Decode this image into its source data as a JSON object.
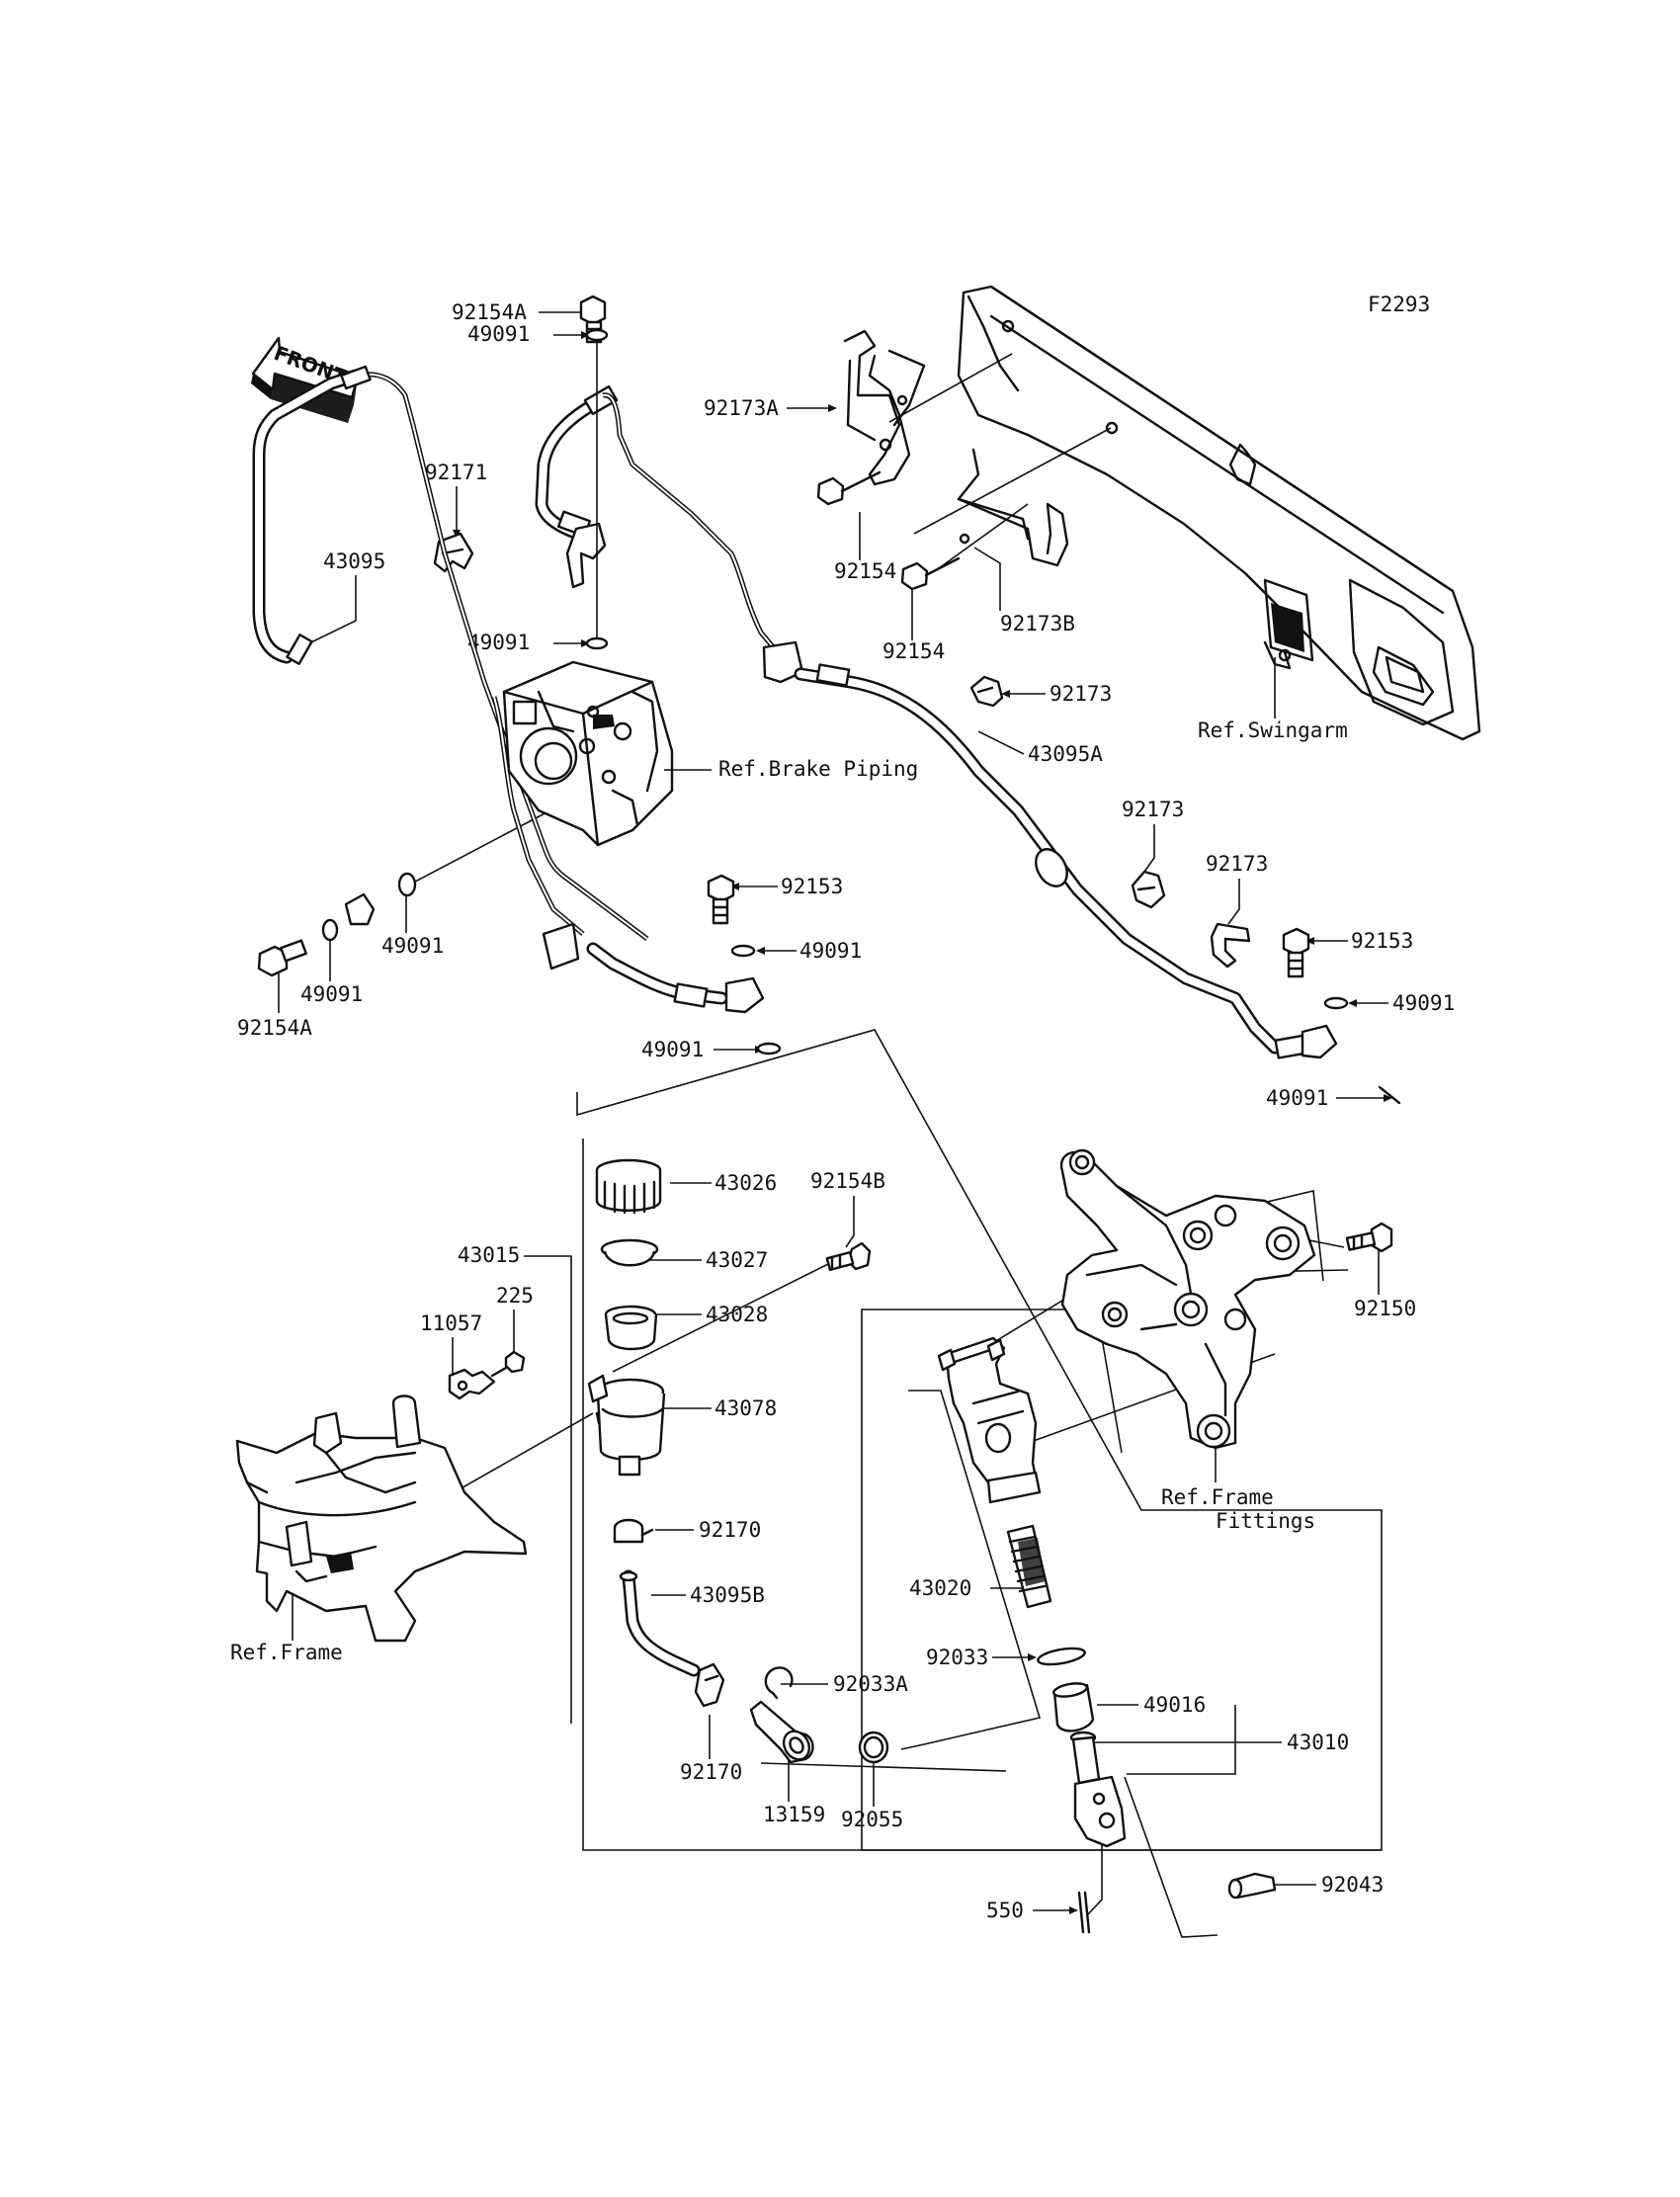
{
  "figure_code": "F2293",
  "front_badge": "FRONT",
  "colors": {
    "ink": "#111111",
    "background": "#ffffff"
  },
  "labels": {
    "p92154A_top": "92154A",
    "p49091_top": "49091",
    "p92171": "92171",
    "p43095": "43095",
    "p49091_mid": "49091",
    "ref_brake_piping": "Ref.Brake Piping",
    "p49091_left_a": "49091",
    "p49091_left_b": "49091",
    "p92154A_bottom": "92154A",
    "p92173A": "92173A",
    "p92154_a": "92154",
    "p92154_b": "92154",
    "p92173B": "92173B",
    "p92173_a": "92173",
    "ref_swingarm": "Ref.Swingarm",
    "p43095A": "43095A",
    "p92173_b": "92173",
    "p92173_c": "92173",
    "p92153_a": "92153",
    "p49091_c": "49091",
    "p49091_d": "49091",
    "p92153_b": "92153",
    "p49091_e": "49091",
    "p49091_f": "49091",
    "p43026": "43026",
    "p92154B": "92154B",
    "p43015": "43015",
    "p43027": "43027",
    "p43028": "43028",
    "p225": "225",
    "p11057": "11057",
    "p43078": "43078",
    "p92150": "92150",
    "ref_frame_fittings_1": "Ref.Frame",
    "ref_frame_fittings_2": "Fittings",
    "p92170_a": "92170",
    "p43095B": "43095B",
    "p43020": "43020",
    "ref_frame": "Ref.Frame",
    "p92033": "92033",
    "p92033A": "92033A",
    "p49016": "49016",
    "p43010": "43010",
    "p92170_b": "92170",
    "p13159": "13159",
    "p92055": "92055",
    "p92043": "92043",
    "p550": "550"
  }
}
